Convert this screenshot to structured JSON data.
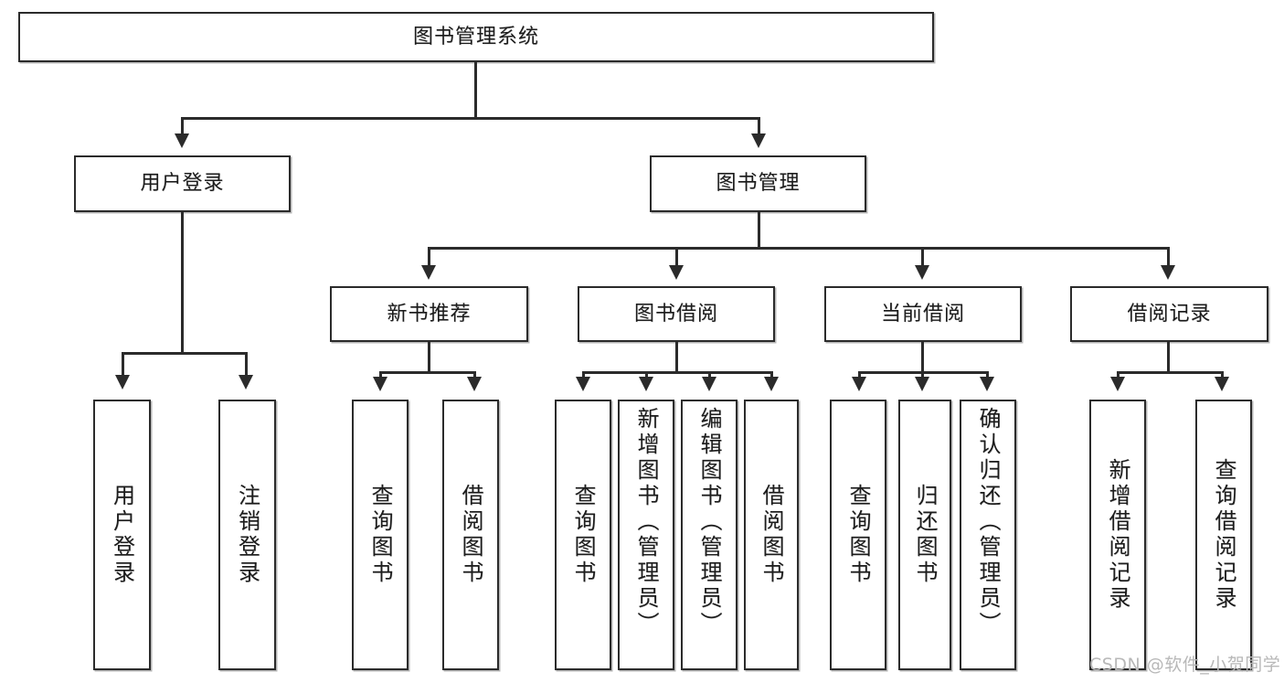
{
  "diagram": {
    "type": "tree-hierarchy-chart",
    "title": "图书管理系统",
    "orientation": "top-down",
    "colors": {
      "stroke": "#2b2b2b",
      "fill": "#ffffff",
      "text": "#1c1c1c",
      "watermark": "#b8b8b8"
    },
    "root": {
      "label": "图书管理系统"
    },
    "level2": [
      {
        "label": "用户登录"
      },
      {
        "label": "图书管理"
      }
    ],
    "level3": [
      {
        "label": "新书推荐"
      },
      {
        "label": "图书借阅"
      },
      {
        "label": "当前借阅"
      },
      {
        "label": "借阅记录"
      }
    ],
    "leaves": {
      "user_login": [
        {
          "label": "用户登录"
        },
        {
          "label": "注销登录"
        }
      ],
      "new_book": [
        {
          "label": "查询图书"
        },
        {
          "label": "借阅图书"
        }
      ],
      "book_borrow": [
        {
          "label": "查询图书"
        },
        {
          "label": "新增图书（管理员）"
        },
        {
          "label": "编辑图书（管理员）"
        },
        {
          "label": "借阅图书"
        }
      ],
      "current_borrow": [
        {
          "label": "查询图书"
        },
        {
          "label": "归还图书"
        },
        {
          "label": "确认归还（管理员）"
        }
      ],
      "borrow_record": [
        {
          "label": "新增借阅记录"
        },
        {
          "label": "查询借阅记录"
        }
      ]
    }
  },
  "watermark": {
    "text": "CSDN @软件_小贺同学"
  }
}
